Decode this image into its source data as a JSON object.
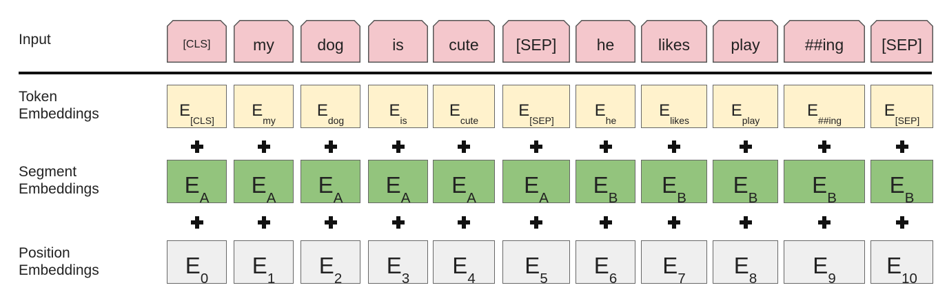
{
  "labels": {
    "input": "Input",
    "token": "Token\nEmbeddings",
    "segment": "Segment\nEmbeddings",
    "position": "Position\nEmbeddings"
  },
  "columns": [
    {
      "input": "[CLS]",
      "token_base": "E",
      "token_sub": "[CLS]",
      "seg_base": "E",
      "seg_sub": "A",
      "pos_base": "E",
      "pos_sub": "0"
    },
    {
      "input": "my",
      "token_base": "E",
      "token_sub": "my",
      "seg_base": "E",
      "seg_sub": "A",
      "pos_base": "E",
      "pos_sub": "1"
    },
    {
      "input": "dog",
      "token_base": "E",
      "token_sub": "dog",
      "seg_base": "E",
      "seg_sub": "A",
      "pos_base": "E",
      "pos_sub": "2"
    },
    {
      "input": "is",
      "token_base": "E",
      "token_sub": "is",
      "seg_base": "E",
      "seg_sub": "A",
      "pos_base": "E",
      "pos_sub": "3"
    },
    {
      "input": "cute",
      "token_base": "E",
      "token_sub": "cute",
      "seg_base": "E",
      "seg_sub": "A",
      "pos_base": "E",
      "pos_sub": "4"
    },
    {
      "input": "[SEP]",
      "token_base": "E",
      "token_sub": "[SEP]",
      "seg_base": "E",
      "seg_sub": "A",
      "pos_base": "E",
      "pos_sub": "5"
    },
    {
      "input": "he",
      "token_base": "E",
      "token_sub": "he",
      "seg_base": "E",
      "seg_sub": "B",
      "pos_base": "E",
      "pos_sub": "6"
    },
    {
      "input": "likes",
      "token_base": "E",
      "token_sub": "likes",
      "seg_base": "E",
      "seg_sub": "B",
      "pos_base": "E",
      "pos_sub": "7"
    },
    {
      "input": "play",
      "token_base": "E",
      "token_sub": "play",
      "seg_base": "E",
      "seg_sub": "B",
      "pos_base": "E",
      "pos_sub": "8"
    },
    {
      "input": "##ing",
      "token_base": "E",
      "token_sub": "##ing",
      "seg_base": "E",
      "seg_sub": "B",
      "pos_base": "E",
      "pos_sub": "9"
    },
    {
      "input": "[SEP]",
      "token_base": "E",
      "token_sub": "[SEP]",
      "seg_base": "E",
      "seg_sub": "B",
      "pos_base": "E",
      "pos_sub": "10"
    }
  ],
  "colors": {
    "input_fill": "#f4c7cc",
    "token_fill": "#fff2cc",
    "segment_fill": "#93c47d",
    "position_fill": "#efefef"
  }
}
